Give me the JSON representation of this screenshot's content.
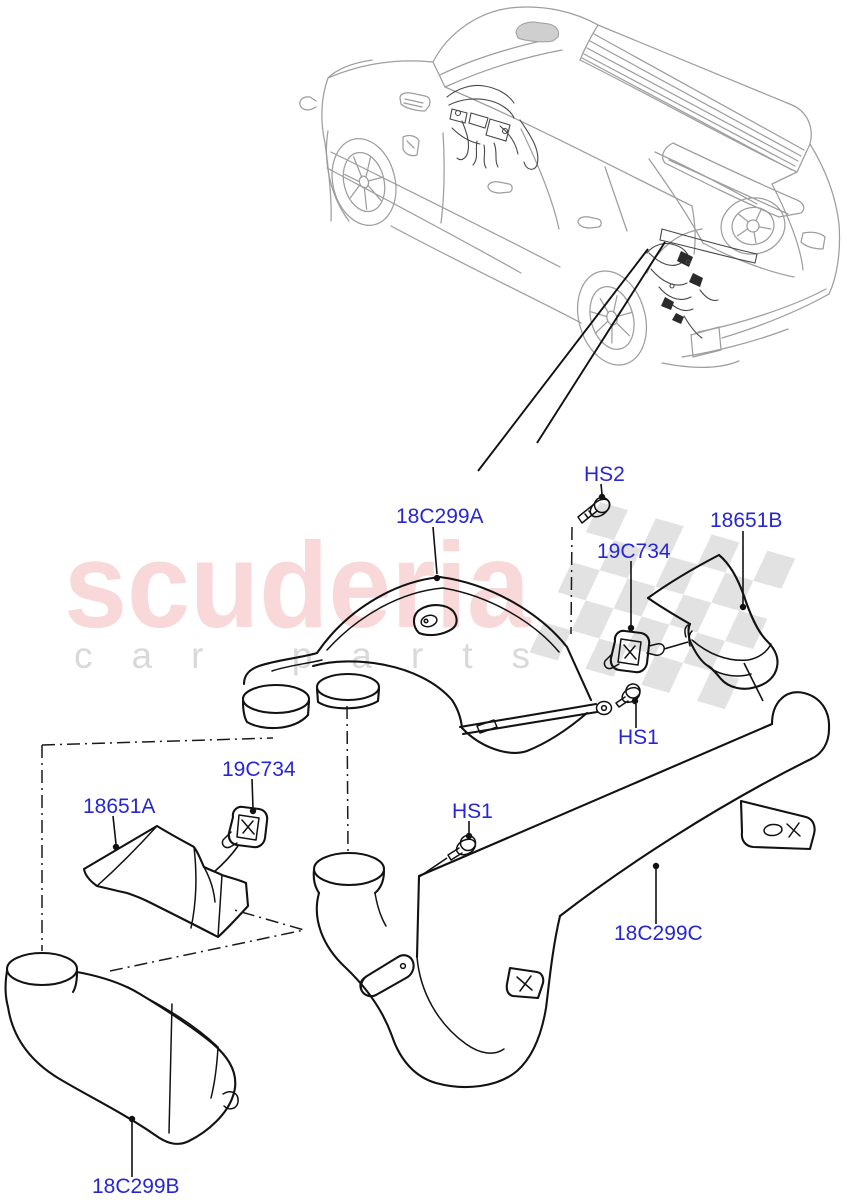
{
  "page": {
    "background": "#ffffff"
  },
  "watermark": {
    "brand": "scuderia",
    "subtitle": "car parts",
    "brand_color": "#f8d8d8",
    "subtitle_color": "#d9d9d9",
    "flag_color": "#e2e2e2"
  },
  "colors": {
    "label_blue": "#2626d4",
    "part_line": "#121212",
    "car_line": "#9e9e9e",
    "background": "#ffffff"
  },
  "diagram": {
    "vehicle_note": "SUV line drawing with dashboard and rear-quarter duct assemblies exposed",
    "callout_count": 10
  },
  "labels": [
    {
      "text": "HS2"
    },
    {
      "text": "18C299A"
    },
    {
      "text": "19C734"
    },
    {
      "text": "18651B"
    },
    {
      "text": "HS1"
    },
    {
      "text": "19C734"
    },
    {
      "text": "18651A"
    },
    {
      "text": "HS1"
    },
    {
      "text": "18C299C"
    },
    {
      "text": "18C299B"
    }
  ]
}
